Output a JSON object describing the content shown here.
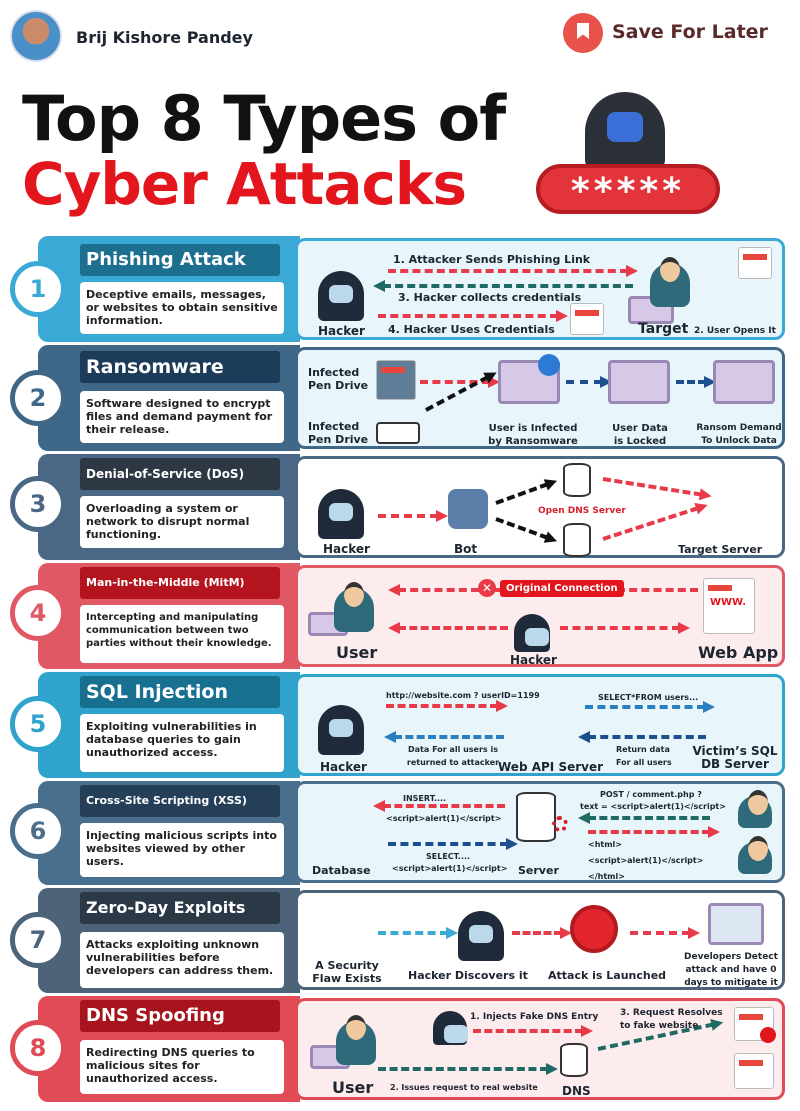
{
  "header": {
    "author": "Brij Kishore Pandey",
    "save_label": "Save For Later",
    "title_line1": "Top 8 Types of",
    "title_line2": "Cyber Attacks",
    "password_mask": "*****"
  },
  "attacks": [
    {
      "number": "1",
      "title": "Phishing Attack",
      "description": "Deceptive emails, messages, or websites to obtain sensitive information.",
      "diagram": {
        "step1": "1. Attacker Sends Phishing Link",
        "step2": "2. User Opens It",
        "step3": "3. Hacker collects credentials",
        "step4": "4. Hacker Uses Credentials",
        "hacker": "Hacker",
        "target": "Target"
      }
    },
    {
      "number": "2",
      "title": "Ransomware",
      "description": "Software designed to encrypt files and demand payment for their release.",
      "diagram": {
        "source1": "Infected Pen Drive",
        "source2": "Infected Pen Drive",
        "infected": "User is Infected by Ransomware",
        "locked": "User Data is Locked",
        "ransom": "Ransom Demand To Unlock Data"
      }
    },
    {
      "number": "3",
      "title": "Denial-of-Service (DoS)",
      "description": "Overloading a system or network to disrupt normal functioning.",
      "diagram": {
        "hacker": "Hacker",
        "bot": "Bot",
        "dns": "Open DNS Server",
        "target": "Target Server"
      }
    },
    {
      "number": "4",
      "title": "Man-in-the-Middle (MitM)",
      "description": "Intercepting and manipulating communication between two parties without their knowledge.",
      "diagram": {
        "user": "User",
        "original": "Original Connection",
        "hacker": "Hacker",
        "webapp": "Web App",
        "www": "WWW."
      }
    },
    {
      "number": "5",
      "title": "SQL Injection",
      "description": "Exploiting vulnerabilities in database queries to gain unauthorized access.",
      "diagram": {
        "request": "http://website.com ? userID=1199",
        "query": "SELECT*FROM users...",
        "returned": "Data For all users is returned to attacker",
        "return_data": "Return data For all users",
        "hacker": "Hacker",
        "api": "Web API Server",
        "db": "Victim’s SQL DB Server"
      }
    },
    {
      "number": "6",
      "title": "Cross-Site Scripting (XSS)",
      "description": "Injecting malicious scripts into websites viewed by other users.",
      "diagram": {
        "insert": "INSERT....",
        "insert_script": "<script>alert(1)</script>",
        "select": "SELECT....",
        "select_script": "<script>alert(1)</script>",
        "post": "POST / comment.php ?",
        "post_text": "text = <script>alert(1)</script>",
        "html_open": "<html>",
        "html_script": "<script>alert(1)</script>",
        "html_close": "</html>",
        "database": "Database",
        "server": "Server"
      }
    },
    {
      "number": "7",
      "title": "Zero-Day Exploits",
      "description": "Attacks exploiting unknown vulnerabilities before developers can address them.",
      "diagram": {
        "flaw": "A Security Flaw Exists",
        "discovers": "Hacker Discovers it",
        "launched": "Attack is Launched",
        "detect": "Developers Detect attack and have 0 days to mitigate it"
      }
    },
    {
      "number": "8",
      "title": "DNS Spoofing",
      "description": "Redirecting DNS queries to malicious sites for unauthorized access.",
      "diagram": {
        "step1": "1. Injects Fake DNS Entry",
        "step2": "2. Issues request to real website",
        "step3": "3. Request Resolves to fake website",
        "user": "User",
        "dns": "DNS"
      }
    }
  ],
  "colors": {
    "red": "#e3161e",
    "phishing": "#3aa9d6",
    "ransomware": "#3f6888",
    "dos": "#4a6886",
    "mitm": "#e05863",
    "sql": "#2fa3cc",
    "xss": "#4a6f8d",
    "zeroday": "#4c6379",
    "dns": "#e04b55"
  }
}
